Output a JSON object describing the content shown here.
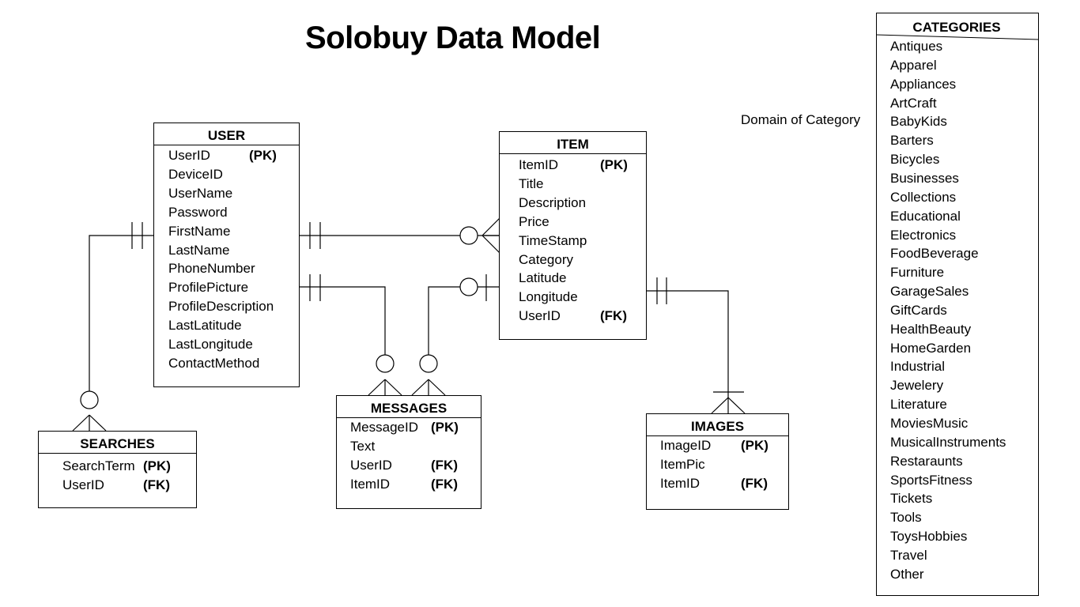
{
  "title": "Solobuy Data Model",
  "domain_label": "Domain of Category",
  "entities": {
    "user": {
      "name": "USER",
      "attributes": [
        {
          "name": "UserID",
          "key": "(PK)"
        },
        {
          "name": "DeviceID",
          "key": ""
        },
        {
          "name": "UserName",
          "key": ""
        },
        {
          "name": "Password",
          "key": ""
        },
        {
          "name": "FirstName",
          "key": ""
        },
        {
          "name": "LastName",
          "key": ""
        },
        {
          "name": "PhoneNumber",
          "key": ""
        },
        {
          "name": "ProfilePicture",
          "key": ""
        },
        {
          "name": "ProfileDescription",
          "key": ""
        },
        {
          "name": "LastLatitude",
          "key": ""
        },
        {
          "name": "LastLongitude",
          "key": ""
        },
        {
          "name": "ContactMethod",
          "key": ""
        }
      ]
    },
    "item": {
      "name": "ITEM",
      "attributes": [
        {
          "name": "ItemID",
          "key": "(PK)"
        },
        {
          "name": "Title",
          "key": ""
        },
        {
          "name": "Description",
          "key": ""
        },
        {
          "name": "Price",
          "key": ""
        },
        {
          "name": "TimeStamp",
          "key": ""
        },
        {
          "name": "Category",
          "key": ""
        },
        {
          "name": "Latitude",
          "key": ""
        },
        {
          "name": "Longitude",
          "key": ""
        },
        {
          "name": "UserID",
          "key": "(FK)"
        }
      ]
    },
    "searches": {
      "name": "SEARCHES",
      "attributes": [
        {
          "name": "SearchTerm",
          "key": "(PK)"
        },
        {
          "name": "UserID",
          "key": "(FK)"
        }
      ]
    },
    "messages": {
      "name": "MESSAGES",
      "attributes": [
        {
          "name": "MessageID",
          "key": "(PK)"
        },
        {
          "name": "Text",
          "key": ""
        },
        {
          "name": "UserID",
          "key": "(FK)"
        },
        {
          "name": "ItemID",
          "key": "(FK)"
        }
      ]
    },
    "images": {
      "name": "IMAGES",
      "attributes": [
        {
          "name": "ImageID",
          "key": "(PK)"
        },
        {
          "name": "ItemPic",
          "key": ""
        },
        {
          "name": "ItemID",
          "key": "(FK)"
        }
      ]
    }
  },
  "categories": {
    "name": "CATEGORIES",
    "items": [
      "Antiques",
      "Apparel",
      "Appliances",
      "ArtCraft",
      "BabyKids",
      "Barters",
      "Bicycles",
      "Businesses",
      "Collections",
      "Educational",
      "Electronics",
      "FoodBeverage",
      "Furniture",
      "GarageSales",
      "GiftCards",
      "HealthBeauty",
      "HomeGarden",
      "Industrial",
      "Jewelery",
      "Literature",
      "MoviesMusic",
      "MusicalInstruments",
      "Restaraunts",
      "SportsFitness",
      "Tickets",
      "Tools",
      "ToysHobbies",
      "Travel",
      "Other"
    ]
  }
}
